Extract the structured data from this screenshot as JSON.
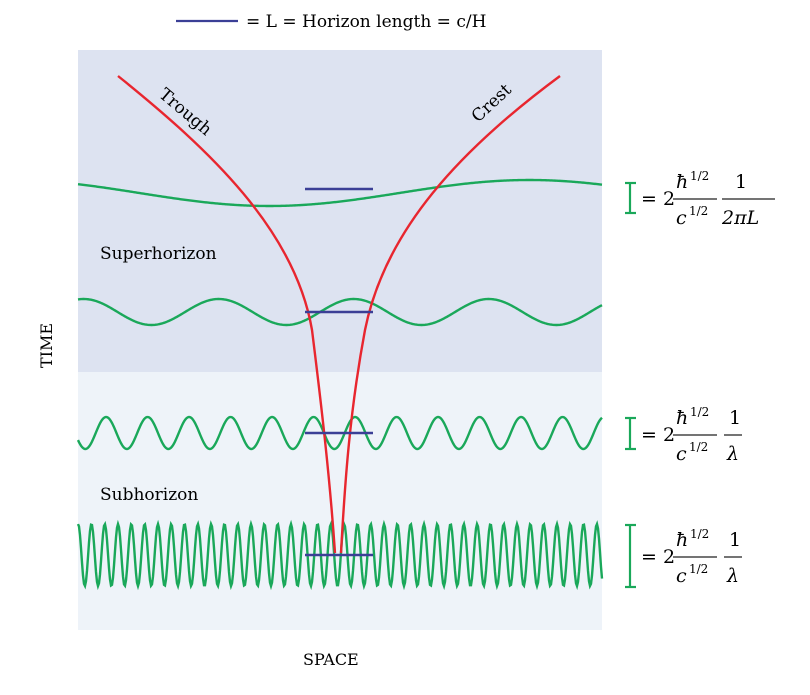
{
  "legend": {
    "equation": "= L = Horizon length = c/H"
  },
  "regions": {
    "superhorizon": "Superhorizon",
    "subhorizon": "Subhorizon"
  },
  "axes": {
    "time": "TIME",
    "space": "SPACE"
  },
  "curves": {
    "trough": "Trough",
    "crest": "Crest"
  },
  "formulas": [
    {
      "prefix": "= 2",
      "num1": "ħ",
      "sup1": "1/2",
      "den1": "c",
      "sup2": "1/2",
      "num2": "1",
      "den2": "2πL"
    },
    {
      "prefix": "= 2",
      "num1": "ħ",
      "sup1": "1/2",
      "den1": "c",
      "sup2": "1/2",
      "num2": "1",
      "den2": "λ"
    },
    {
      "prefix": "= 2",
      "num1": "ħ",
      "sup1": "1/2",
      "den1": "c",
      "sup2": "1/2",
      "num2": "1",
      "den2": "λ"
    }
  ],
  "colors": {
    "superhorizon_bg": "#dde3f1",
    "subhorizon_bg": "#eef3f9",
    "wave": "#1aa85a",
    "crest_trough": "#e8262f",
    "horizon_segment": "#3b3f96"
  }
}
